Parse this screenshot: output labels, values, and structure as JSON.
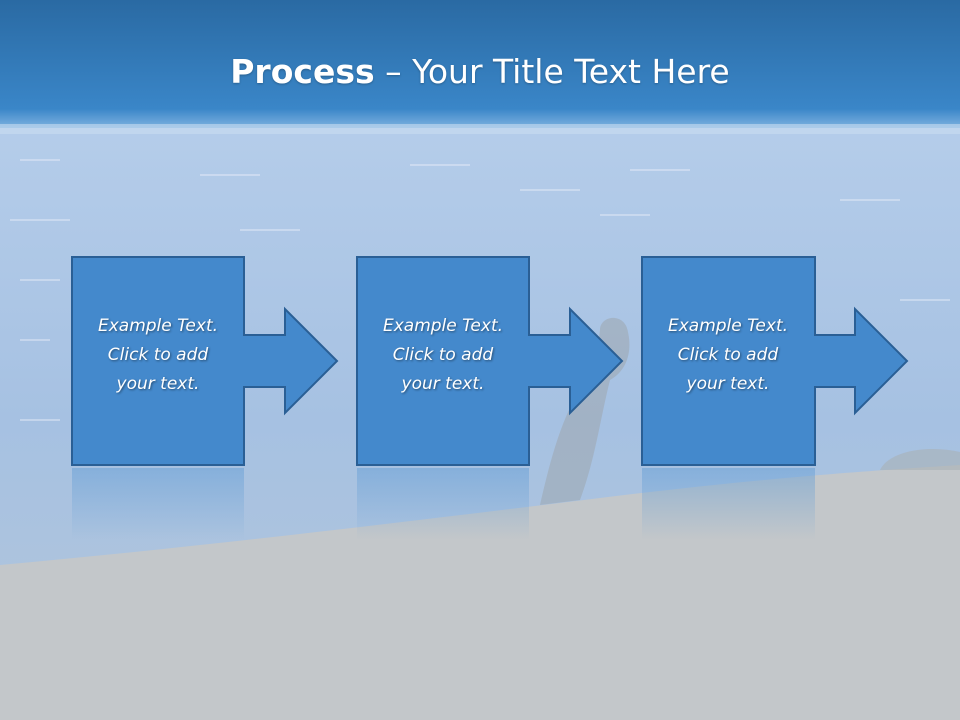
{
  "title": {
    "bold": "Process",
    "rest": " – Your Title Text Here"
  },
  "steps": [
    {
      "lines": [
        "Example Text.",
        "Click  to add",
        "your text."
      ]
    },
    {
      "lines": [
        "Example Text.",
        "Click  to add",
        "your text."
      ]
    },
    {
      "lines": [
        "Example Text.",
        "Click  to add",
        "your text."
      ]
    }
  ],
  "colors": {
    "header": "#2f78b6",
    "box_fill": "#4489cc",
    "box_stroke": "#2a5f95",
    "water": "#a9c3e0",
    "shore": "#c4c8cb"
  }
}
